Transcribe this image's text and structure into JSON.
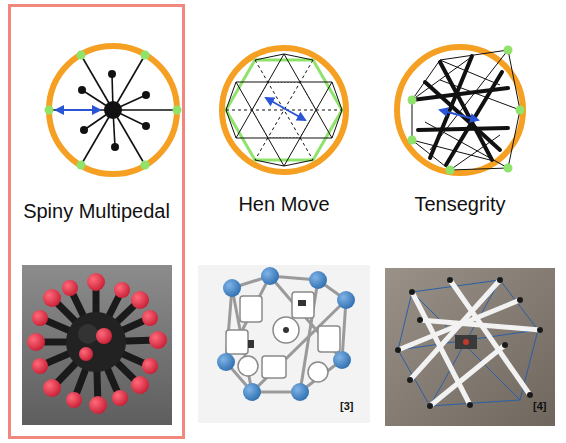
{
  "diagram": {
    "nodes": [
      {
        "text": [
          "Spiny Multipedal"
        ]
      }
    ],
    "labels": [
      "Hen Move",
      "Tensegrity",
      "[3]",
      "[4]"
    ]
  }
}
